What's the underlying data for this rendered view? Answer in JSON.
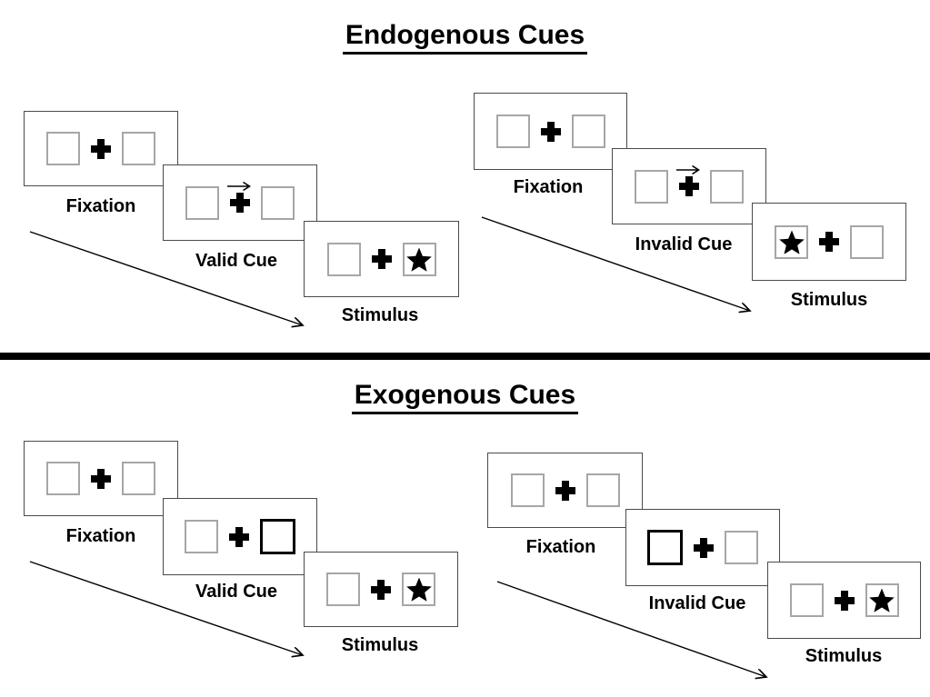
{
  "colors": {
    "background": "#ffffff",
    "panel_border": "#4a4a4a",
    "box_border": "#a6a6a6",
    "highlight_box_border": "#000000",
    "ink": "#000000"
  },
  "sections": [
    {
      "title": "Endogenous Cues",
      "groups": [
        {
          "trial_type": "valid",
          "panels": [
            {
              "name": "fixation",
              "label": "Fixation",
              "left_box": "empty",
              "center": "fixation-cross",
              "right_box": "empty"
            },
            {
              "name": "cue",
              "label": "Valid Cue",
              "left_box": "empty",
              "center": "fixation-cross with right-pointing arrow above",
              "cue_type": "central-arrow",
              "cue_direction": "right",
              "right_box": "empty"
            },
            {
              "name": "stimulus",
              "label": "Stimulus",
              "left_box": "empty",
              "center": "fixation-cross",
              "right_box": "star",
              "target_side": "right"
            }
          ]
        },
        {
          "trial_type": "invalid",
          "panels": [
            {
              "name": "fixation",
              "label": "Fixation",
              "left_box": "empty",
              "center": "fixation-cross",
              "right_box": "empty"
            },
            {
              "name": "cue",
              "label": "Invalid Cue",
              "left_box": "empty",
              "center": "fixation-cross with right-pointing arrow above",
              "cue_type": "central-arrow",
              "cue_direction": "right",
              "right_box": "empty"
            },
            {
              "name": "stimulus",
              "label": "Stimulus",
              "left_box": "star",
              "center": "fixation-cross",
              "right_box": "empty",
              "target_side": "left"
            }
          ]
        }
      ]
    },
    {
      "title": "Exogenous Cues",
      "groups": [
        {
          "trial_type": "valid",
          "panels": [
            {
              "name": "fixation",
              "label": "Fixation",
              "left_box": "empty",
              "center": "fixation-cross",
              "right_box": "empty"
            },
            {
              "name": "cue",
              "label": "Valid Cue",
              "left_box": "empty",
              "center": "fixation-cross",
              "cue_type": "peripheral-highlight",
              "cue_side": "right",
              "right_box": "bold-outline"
            },
            {
              "name": "stimulus",
              "label": "Stimulus",
              "left_box": "empty",
              "center": "fixation-cross",
              "right_box": "star",
              "target_side": "right"
            }
          ]
        },
        {
          "trial_type": "invalid",
          "panels": [
            {
              "name": "fixation",
              "label": "Fixation",
              "left_box": "empty",
              "center": "fixation-cross",
              "right_box": "empty"
            },
            {
              "name": "cue",
              "label": "Invalid Cue",
              "left_box": "bold-outline",
              "center": "fixation-cross",
              "cue_type": "peripheral-highlight",
              "cue_side": "left",
              "right_box": "empty"
            },
            {
              "name": "stimulus",
              "label": "Stimulus",
              "left_box": "empty",
              "center": "fixation-cross",
              "right_box": "star",
              "target_side": "right"
            }
          ]
        }
      ]
    }
  ]
}
